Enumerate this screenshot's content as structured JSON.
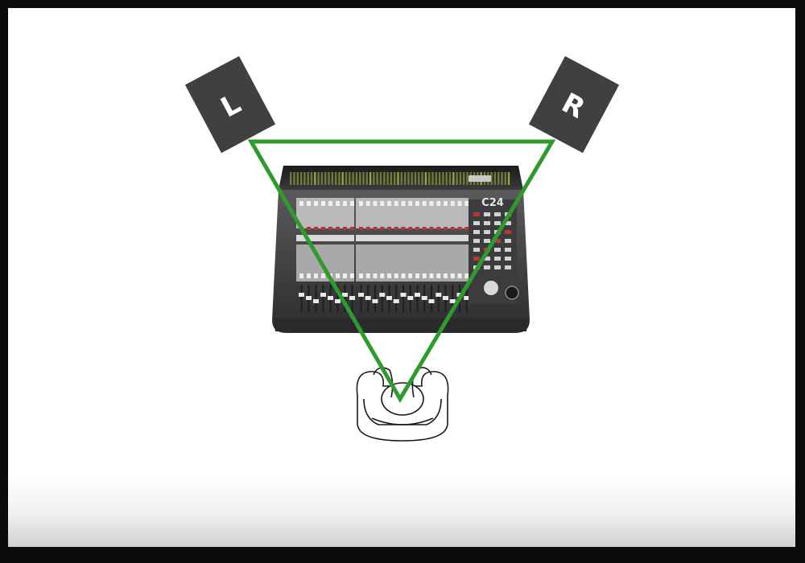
{
  "speakers": {
    "left_label": "L",
    "right_label": "R"
  },
  "console": {
    "model_label": "C24"
  },
  "colors": {
    "triangle": "#2e9b2e",
    "speaker_box": "#404040",
    "console_body": "#4a4a4c",
    "background": "#ffffff"
  }
}
